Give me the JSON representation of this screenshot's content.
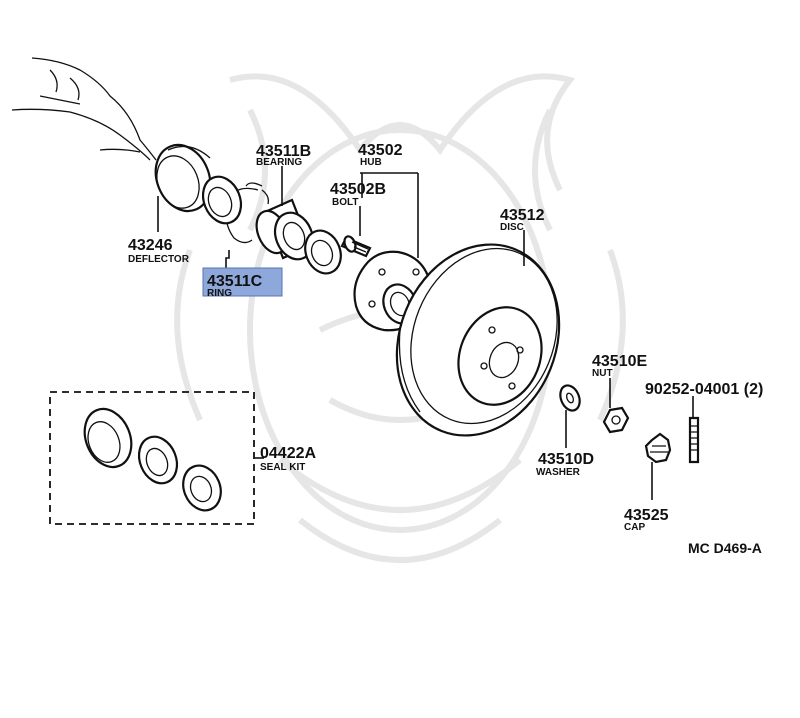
{
  "diagram_code": "MC D469-A",
  "highlight_color": "#8fa8dc",
  "parts": {
    "deflector": {
      "number": "43246",
      "name": "DEFLECTOR"
    },
    "bearing": {
      "number": "43511B",
      "name": "BEARING"
    },
    "hub": {
      "number": "43502",
      "name": "HUB"
    },
    "bolt": {
      "number": "43502B",
      "name": "BOLT"
    },
    "disc": {
      "number": "43512",
      "name": "DISC"
    },
    "ring": {
      "number": "43511C",
      "name": "RING"
    },
    "nut": {
      "number": "43510E",
      "name": "NUT"
    },
    "stud": {
      "number": "90252-04001 (2)"
    },
    "washer": {
      "number": "43510D",
      "name": "WASHER"
    },
    "cap": {
      "number": "43525",
      "name": "CAP"
    },
    "seal_kit": {
      "number": "04422A",
      "name": "SEAL KIT"
    }
  }
}
